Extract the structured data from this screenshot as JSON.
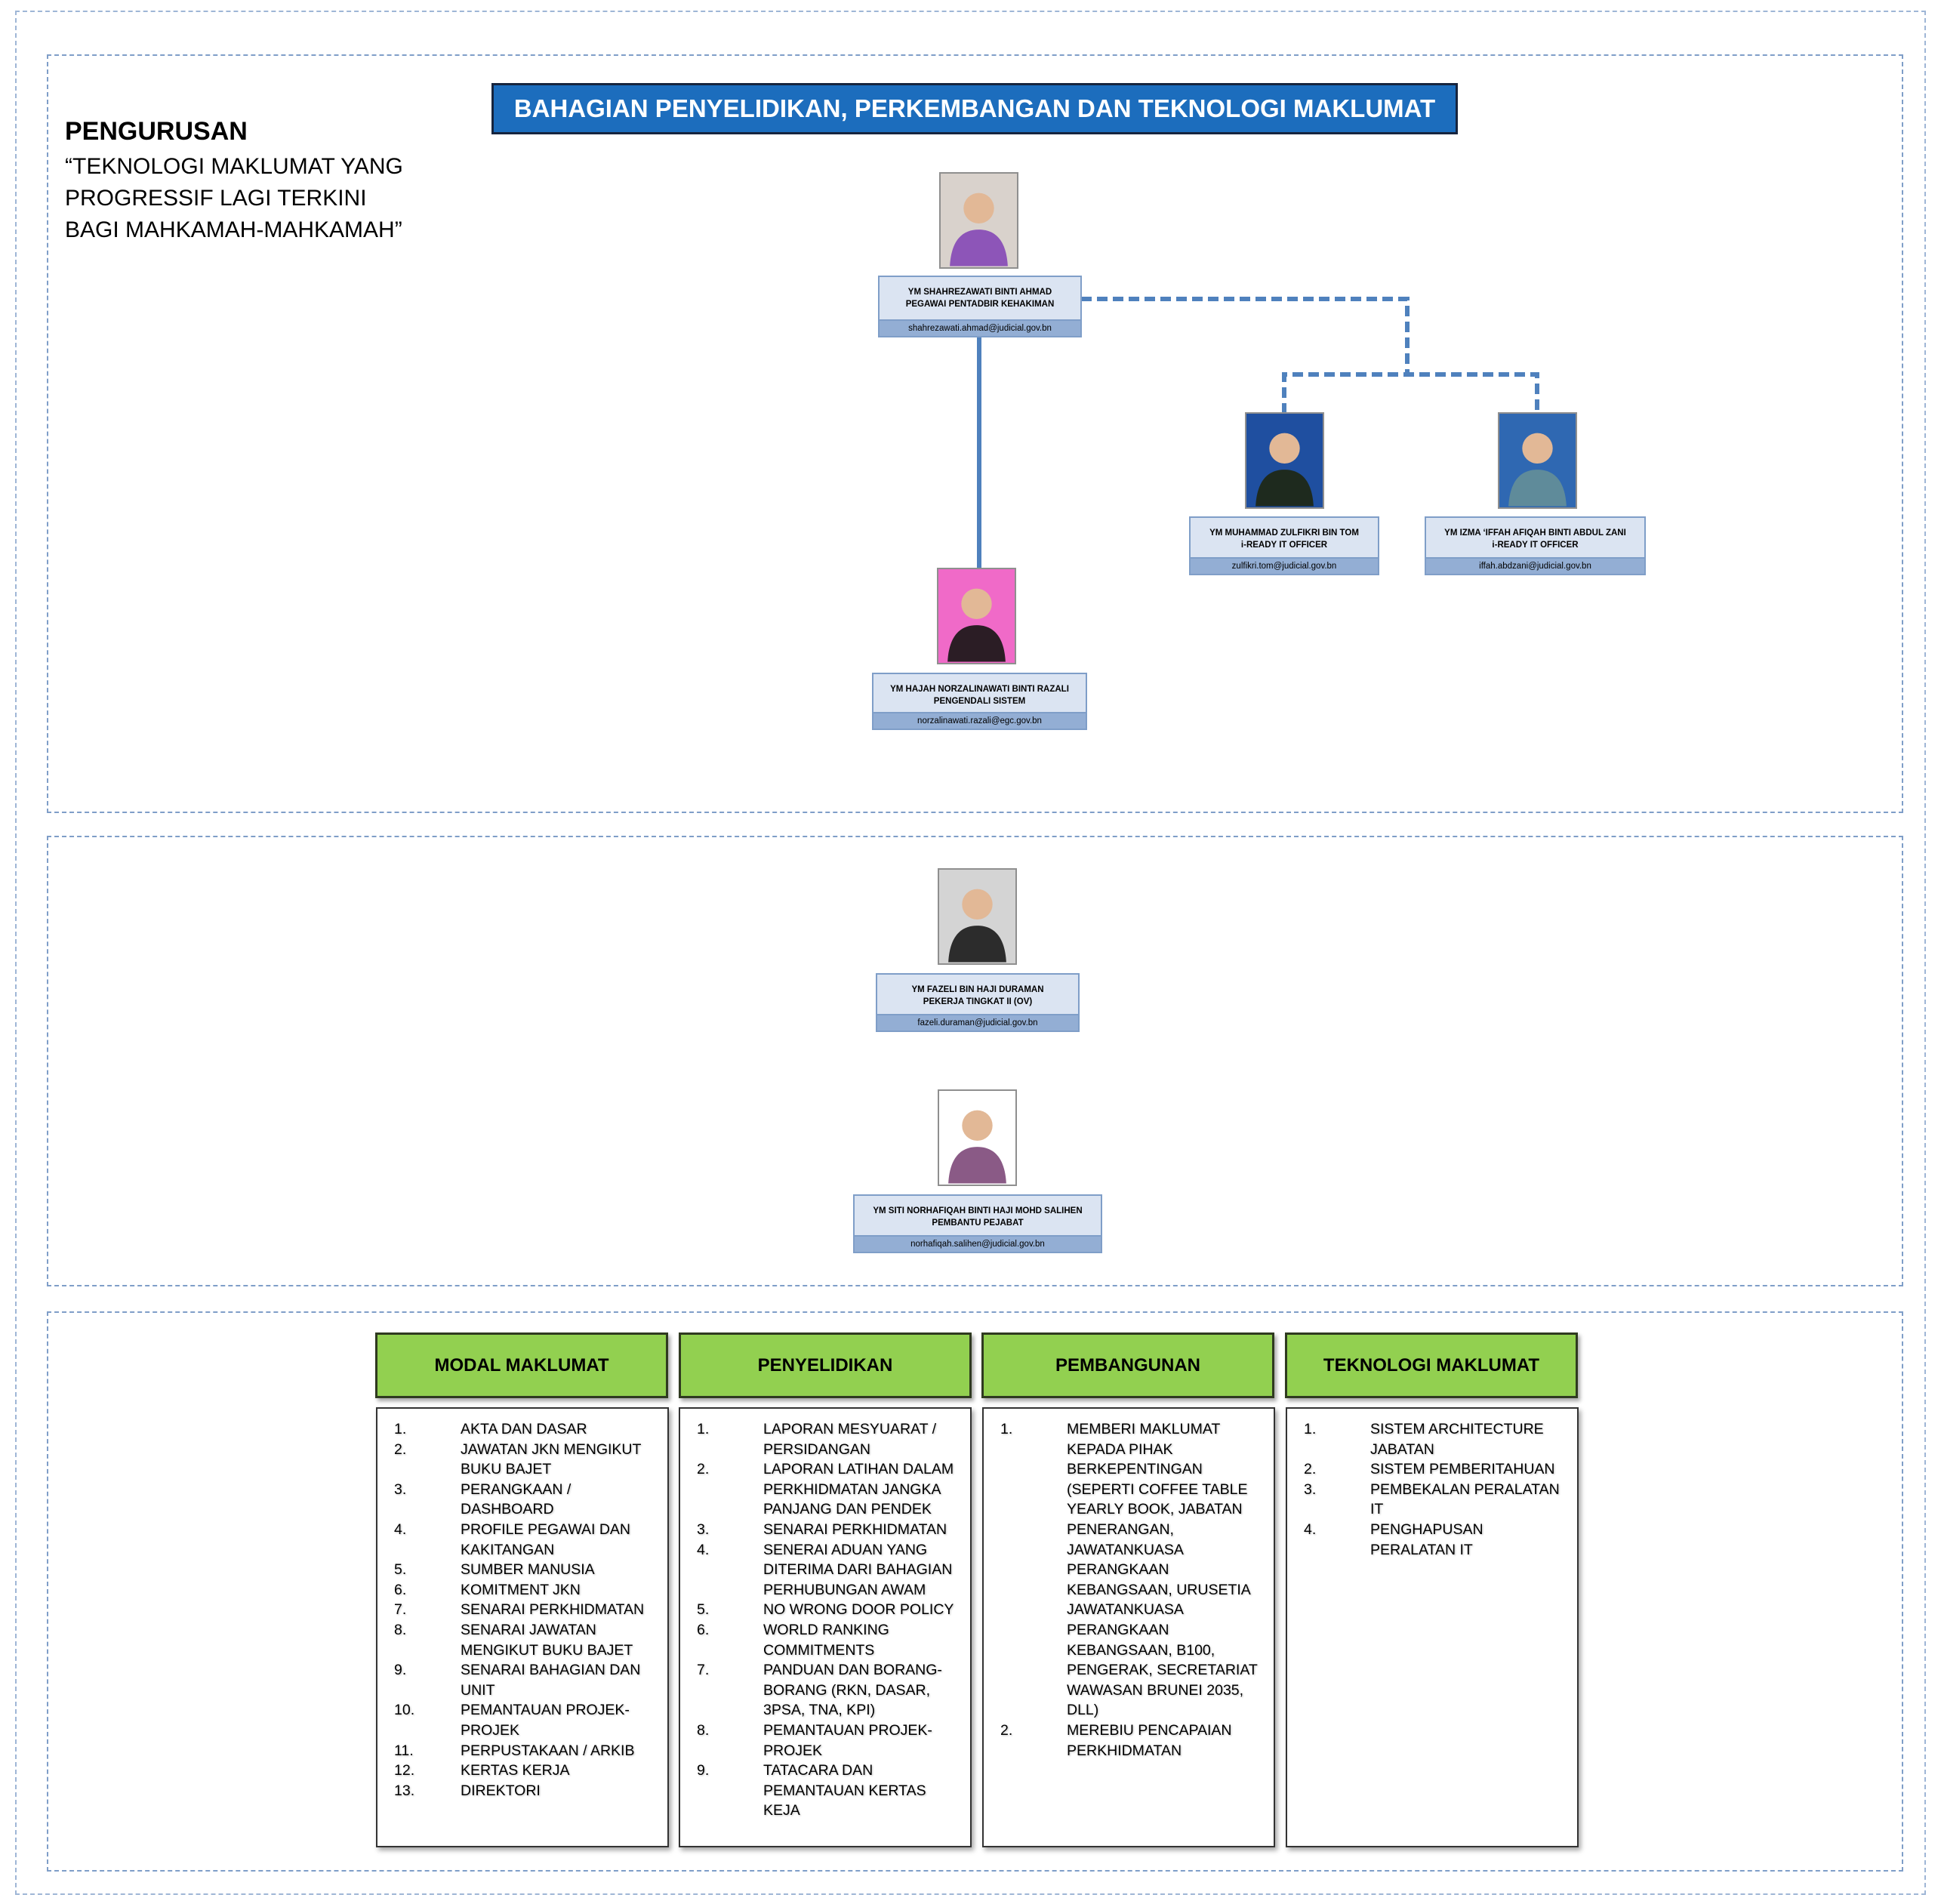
{
  "title": "BAHAGIAN PENYELIDIKAN, PERKEMBANGAN DAN TEKNOLOGI MAKLUMAT",
  "management": {
    "heading": "PENGURUSAN",
    "motto": "“TEKNOLOGI MAKLUMAT YANG PROGRESSIF LAGI TERKINI BAGI MAHKAMAH-MAHKAMAH”"
  },
  "staff": {
    "head": {
      "name": "YM SHAHREZAWATI BINTI AHMAD",
      "role": "PEGAWAI PENTADBIR KEHAKIMAN",
      "email": "shahrezawati.ahmad@judicial.gov.bn"
    },
    "it1": {
      "name": "YM MUHAMMAD ZULFIKRI BIN TOM",
      "role": "i-READY IT OFFICER",
      "email": "zulfikri.tom@judicial.gov.bn"
    },
    "it2": {
      "name": "YM IZMA ‘IFFAH AFIQAH BINTI ABDUL ZANI",
      "role": "i-READY IT OFFICER",
      "email": "iffah.abdzani@judicial.gov.bn"
    },
    "sys": {
      "name": "YM HAJAH NORZALINAWATI BINTI RAZALI",
      "role": "PENGENDALI SISTEM",
      "email": "norzalinawati.razali@egc.gov.bn"
    },
    "worker": {
      "name": "YM FAZELI BIN HAJI DURAMAN",
      "role": "PEKERJA TINGKAT II (OV)",
      "email": "fazeli.duraman@judicial.gov.bn"
    },
    "assistant": {
      "name": "YM SITI NORHAFIQAH BINTI HAJI MOHD SALIHEN",
      "role": "PEMBANTU PEJABAT",
      "email": "norhafiqah.salihen@judicial.gov.bn"
    }
  },
  "columns": [
    {
      "title": "MODAL MAKLUMAT",
      "items": [
        {
          "n": "1.",
          "t": "AKTA DAN DASAR"
        },
        {
          "n": "2.",
          "t": "JAWATAN JKN MENGIKUT BUKU BAJET"
        },
        {
          "n": "3.",
          "t": "PERANGKAAN / DASHBOARD"
        },
        {
          "n": "4.",
          "t": "PROFILE PEGAWAI DAN KAKITANGAN"
        },
        {
          "n": "5.",
          "t": "SUMBER MANUSIA"
        },
        {
          "n": "6.",
          "t": "KOMITMENT JKN"
        },
        {
          "n": "7.",
          "t": "SENARAI PERKHIDMATAN"
        },
        {
          "n": "8.",
          "t": "SENARAI JAWATAN MENGIKUT BUKU BAJET"
        },
        {
          "n": "9.",
          "t": "SENARAI BAHAGIAN DAN UNIT"
        },
        {
          "n": "10.",
          "t": "PEMANTAUAN PROJEK-PROJEK"
        },
        {
          "n": "11.",
          "t": "PERPUSTAKAAN / ARKIB"
        },
        {
          "n": "12.",
          "t": "KERTAS KERJA"
        },
        {
          "n": "13.",
          "t": "DIREKTORI"
        }
      ]
    },
    {
      "title": "PENYELIDIKAN",
      "items": [
        {
          "n": "1.",
          "t": "LAPORAN MESYUARAT / PERSIDANGAN"
        },
        {
          "n": "2.",
          "t": "LAPORAN LATIHAN DALAM PERKHIDMATAN JANGKA PANJANG DAN PENDEK"
        },
        {
          "n": "3.",
          "t": "SENARAI PERKHIDMATAN"
        },
        {
          "n": "4.",
          "t": "SENERAI ADUAN YANG DITERIMA DARI BAHAGIAN PERHUBUNGAN AWAM"
        },
        {
          "n": "5.",
          "t": "NO WRONG DOOR POLICY"
        },
        {
          "n": "6.",
          "t": "WORLD RANKING COMMITMENTS"
        },
        {
          "n": "7.",
          "t": "PANDUAN DAN BORANG-BORANG (RKN, DASAR, 3PSA, TNA, KPI)"
        },
        {
          "n": "8.",
          "t": "PEMANTAUAN PROJEK-PROJEK"
        },
        {
          "n": "9.",
          "t": "TATACARA DAN PEMANTAUAN KERTAS KEJA"
        }
      ]
    },
    {
      "title": "PEMBANGUNAN",
      "items": [
        {
          "n": "1.",
          "t": "MEMBERI MAKLUMAT KEPADA PIHAK BERKEPENTINGAN (SEPERTI COFFEE TABLE YEARLY BOOK, JABATAN PENERANGAN, JAWATANKUASA PERANGKAAN KEBANGSAAN, URUSETIA JAWATANKUASA PERANGKAAN KEBANGSAAN, B100, PENGERAK, SECRETARIAT WAWASAN BRUNEI 2035, DLL)"
        },
        {
          "n": "2.",
          "t": "MEREBIU PENCAPAIAN PERKHIDMATAN"
        }
      ]
    },
    {
      "title": "TEKNOLOGI MAKLUMAT",
      "items": [
        {
          "n": "1.",
          "t": "SISTEM ARCHITECTURE JABATAN"
        },
        {
          "n": "2.",
          "t": "SISTEM PEMBERITAHUAN"
        },
        {
          "n": "3.",
          "t": "PEMBEKALAN PERALATAN IT"
        },
        {
          "n": "4.",
          "t": "PENGHAPUSAN PERALATAN IT"
        }
      ]
    }
  ]
}
